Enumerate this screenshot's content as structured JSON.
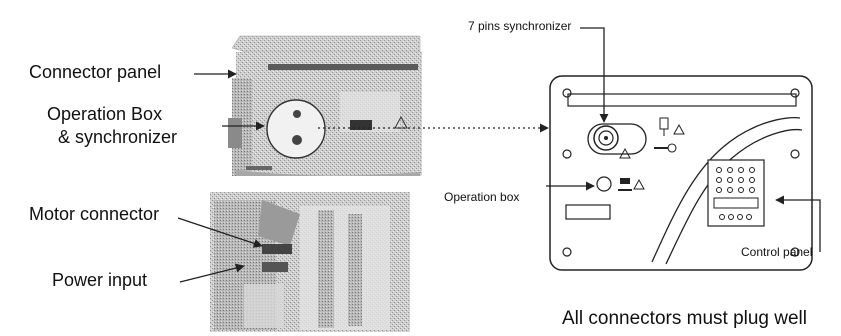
{
  "labels": {
    "connector_panel": "Connector panel",
    "operation_box_line1": "Operation Box",
    "operation_box_line2": "& synchronizer",
    "motor_connector": "Motor connector",
    "power_input": "Power input",
    "pins_synchronizer": "7 pins synchronizer",
    "operation_box_right": "Operation box",
    "control_panel": "Control panel"
  },
  "footer_note": "All connectors must plug well",
  "icons": {
    "warning": "warning-triangle-icon",
    "plug": "plug-icon",
    "key": "key-icon"
  },
  "colors": {
    "line": "#222222",
    "photo_gray": "#bdbdbd",
    "panel_fill": "#ffffff"
  }
}
